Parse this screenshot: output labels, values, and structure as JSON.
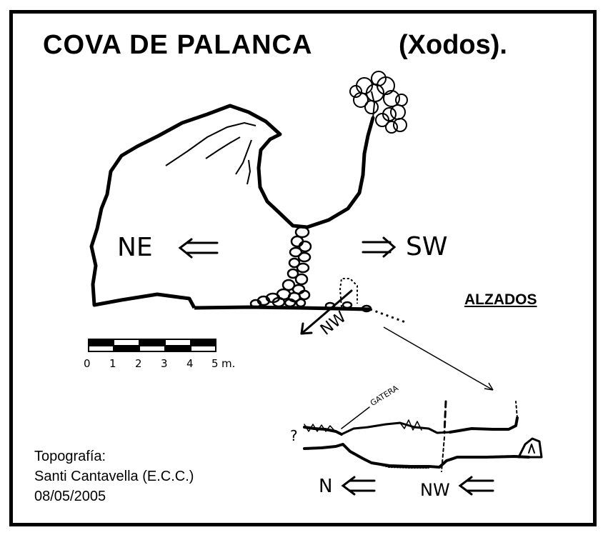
{
  "title": "COVA DE PALANCA",
  "subtitle": "(Xodos).",
  "directions": {
    "left_plan": "NE",
    "right_plan": "SW",
    "section_cut": "NW",
    "elev_left": "N",
    "elev_right": "NW"
  },
  "section_label": "ALZADOS",
  "gatera_label": "GATERA",
  "unknown_mark": "?",
  "scale": {
    "ticks": [
      "0",
      "1",
      "2",
      "3",
      "4",
      "5"
    ],
    "unit": "m."
  },
  "credits": {
    "line1": "Topografía:",
    "line2": "Santi Cantavella (E.C.C.)",
    "line3": "08/05/2005"
  }
}
